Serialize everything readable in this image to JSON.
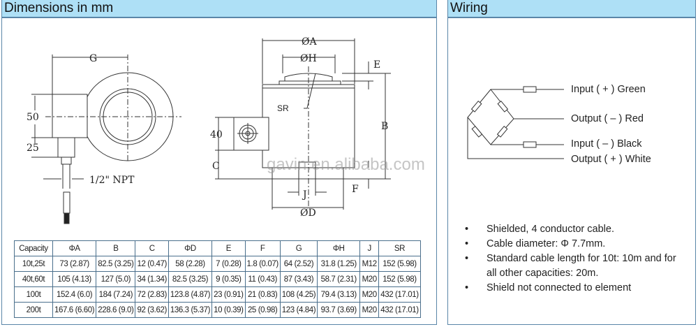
{
  "dimensions": {
    "title": "Dimensions in mm",
    "labels": {
      "g": "G",
      "h50": "50",
      "h25": "25",
      "npt": "1/2\" NPT",
      "a": "ØA",
      "h": "ØH",
      "e": "E",
      "sr": "SR",
      "b": "B",
      "h40": "40",
      "c": "C",
      "f": "F",
      "j": "J",
      "d": "ØD"
    },
    "watermark": "gavin.en.alibaba.com",
    "table": {
      "headers": [
        "Capacity",
        "ΦA",
        "B",
        "C",
        "ΦD",
        "E",
        "F",
        "G",
        "ΦH",
        "J",
        "SR"
      ],
      "rows": [
        [
          "10t,25t",
          "73 (2.87)",
          "82.5 (3.25)",
          "12 (0.47)",
          "58 (2.28)",
          "7 (0.28)",
          "1.8 (0.07)",
          "64 (2.52)",
          "31.8 (1.25)",
          "M12",
          "152 (5.98)"
        ],
        [
          "40t,60t",
          "105 (4.13)",
          "127 (5.0)",
          "34 (1.34)",
          "82.5 (3.25)",
          "9 (0.35)",
          "11 (0.43)",
          "87 (3.43)",
          "58.7 (2.31)",
          "M20",
          "152 (5.98)"
        ],
        [
          "100t",
          "152.4 (6.0)",
          "184 (7.24)",
          "72 (2.83)",
          "123.8 (4.87)",
          "23 (0.91)",
          "21 (0.83)",
          "108 (4.25)",
          "79.4 (3.13)",
          "M20",
          "432 (17.01)"
        ],
        [
          "200t",
          "167.6 (6.60)",
          "228.6 (9.0)",
          "92 (3.62)",
          "136.3 (5.37)",
          "10 (0.39)",
          "25 (0.98)",
          "123 (4.84)",
          "93.7 (3.69)",
          "M20",
          "432 (17.01)"
        ]
      ]
    }
  },
  "wiring": {
    "title": "Wiring",
    "wires": [
      "Input ( + ) Green",
      "Output ( – ) Red",
      "Input ( – ) Black",
      "Output ( + ) White"
    ],
    "notes": [
      "Shielded, 4 conductor cable.",
      "Cable diameter: Φ 7.7mm.",
      "Standard cable length for 10t: 10m and for all other capacities: 20m.",
      "Shield not connected to element"
    ]
  }
}
